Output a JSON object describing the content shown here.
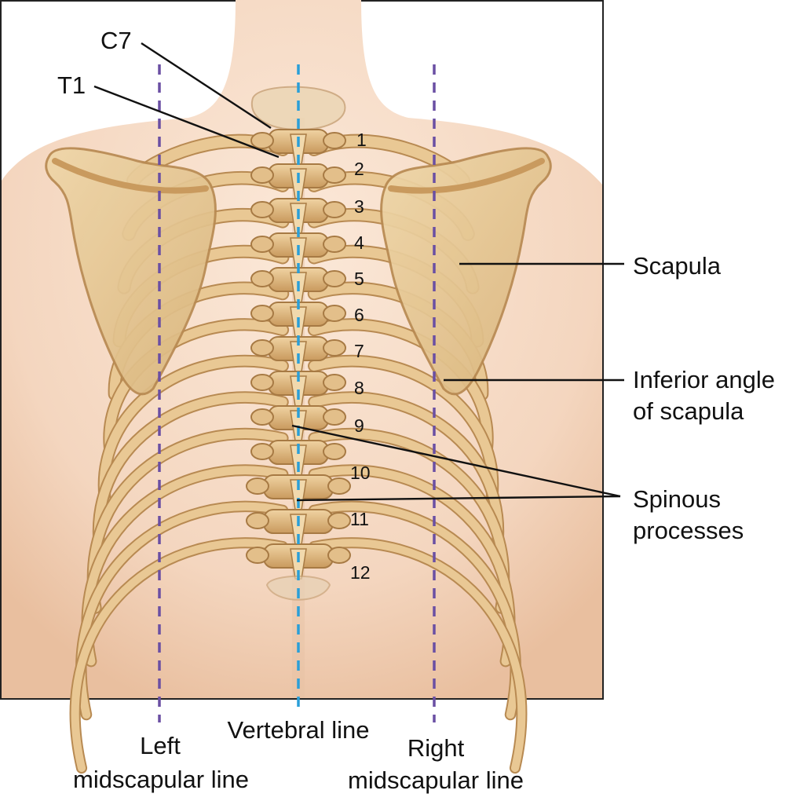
{
  "labels": {
    "c7": "C7",
    "t1": "T1",
    "scapula": "Scapula",
    "inferior_angle_1": "Inferior angle",
    "inferior_angle_2": "of scapula",
    "spinous_1": "Spinous",
    "spinous_2": "processes",
    "left_line_1": "Left",
    "left_line_2": "midscapular line",
    "vertebral_line": "Vertebral line",
    "right_line_1": "Right",
    "right_line_2": "midscapular line"
  },
  "rib_numbers": [
    "1",
    "2",
    "3",
    "4",
    "5",
    "6",
    "7",
    "8",
    "9",
    "10",
    "11",
    "12"
  ],
  "colors": {
    "skin": "#f6dcc8",
    "skin_shadow": "#e8bf9f",
    "bone": "#e2bb85",
    "bone_dark": "#b88a52",
    "bone_light": "#f1d9ad",
    "scapula_fill": "#e6c78f",
    "midscapular_line": "#6a4fa3",
    "vertebral_line": "#2a9fd8",
    "leader": "#111111"
  }
}
